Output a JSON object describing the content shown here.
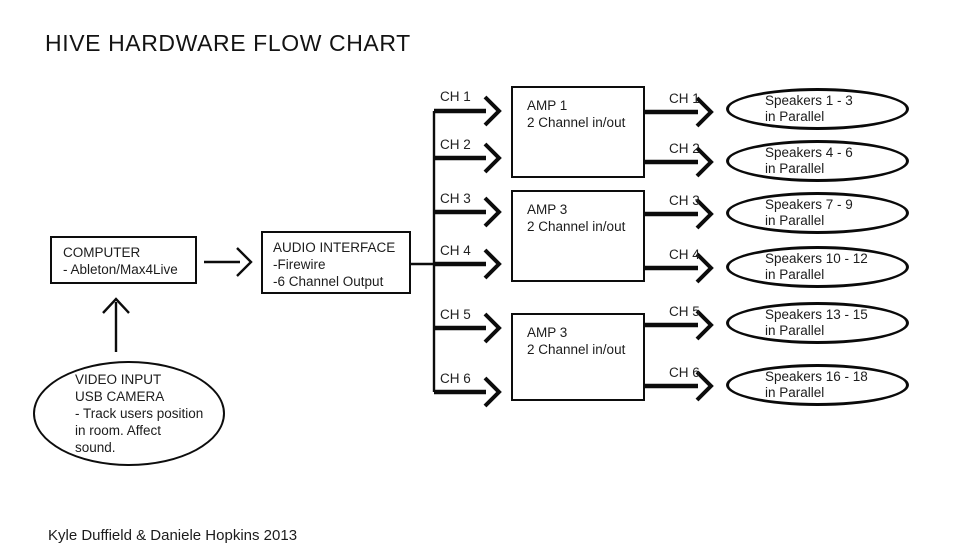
{
  "title": "HIVE HARDWARE FLOW CHART",
  "credit": "Kyle Duffield & Daniele Hopkins 2013",
  "colors": {
    "ink": "#0c0c0c",
    "background": "#ffffff"
  },
  "computer": {
    "lines": [
      "COMPUTER",
      "- Ableton/Max4Live"
    ]
  },
  "audio_interface": {
    "lines": [
      "AUDIO INTERFACE",
      "-Firewire",
      "-6 Channel Output"
    ]
  },
  "video_input": {
    "lines": [
      "VIDEO INPUT",
      "USB CAMERA",
      "- Track users position",
      "in room. Affect",
      "sound."
    ]
  },
  "channels_left": [
    "CH 1",
    "CH 2",
    "CH 3",
    "CH 4",
    "CH 5",
    "CH 6"
  ],
  "channels_right": [
    "CH 1",
    "CH 2",
    "CH 3",
    "CH 4",
    "CH 5",
    "CH 6"
  ],
  "amps": [
    {
      "name": "AMP 1",
      "desc": "2 Channel in/out"
    },
    {
      "name": "AMP 3",
      "desc": "2 Channel in/out"
    },
    {
      "name": "AMP 3",
      "desc": "2 Channel in/out"
    }
  ],
  "speakers": [
    {
      "line1": "Speakers 1 - 3",
      "line2": "in Parallel"
    },
    {
      "line1": "Speakers 4 - 6",
      "line2": "in Parallel"
    },
    {
      "line1": "Speakers 7 - 9",
      "line2": "in Parallel"
    },
    {
      "line1": "Speakers 10 - 12",
      "line2": "in Parallel"
    },
    {
      "line1": "Speakers 13 - 15",
      "line2": "in Parallel"
    },
    {
      "line1": "Speakers 16 - 18",
      "line2": "in Parallel"
    }
  ]
}
